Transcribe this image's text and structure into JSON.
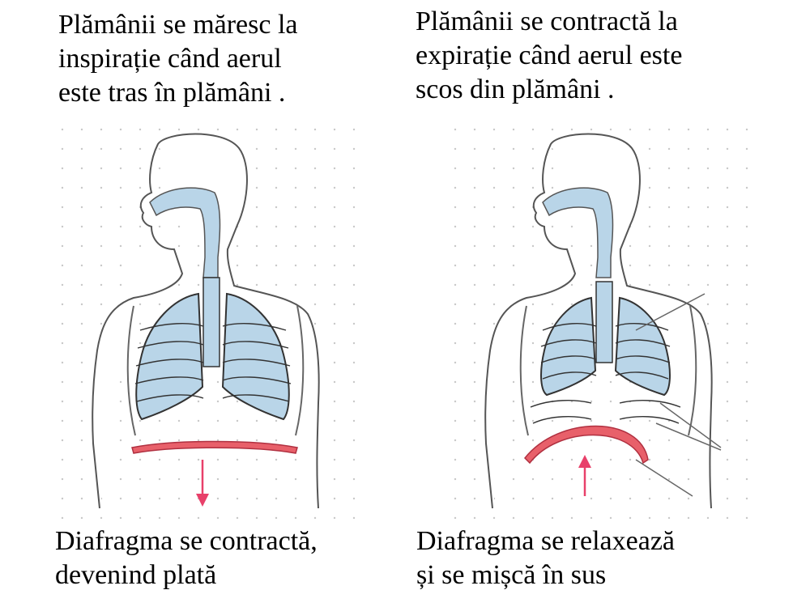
{
  "captions": {
    "top_left": "Plămânii se măresc la\ninspirație când aerul\neste tras în plămâni .",
    "top_right": "Plămânii se contractă la\nexpirație când aerul este\nscos din plămâni .",
    "bottom_left": "Diafragma se contractă,\ndevenind plată",
    "bottom_right": "Diafragma se relaxează\nși se mișcă în sus"
  },
  "colors": {
    "airway": "#b9d5e8",
    "diaphragm": "#e8606a",
    "arrow": "#e8406a",
    "outline": "#555555",
    "grid_dot": "#c8c8c8"
  }
}
